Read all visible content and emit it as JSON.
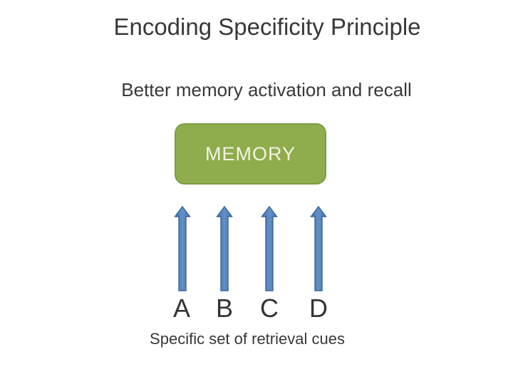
{
  "slide": {
    "title": "Encoding Specificity Principle",
    "subtitle": "Better memory activation and recall",
    "memory_box": {
      "label": "MEMORY",
      "fill_color": "#8fad4c",
      "border_color": "#7d9c43",
      "label_color": "#f1f3e1"
    },
    "arrows": {
      "direction": "up",
      "count": 4,
      "fill_color": "#4f81bd",
      "border_color": "#38649f"
    },
    "cues": {
      "labels": [
        "A",
        "B",
        "C",
        "D"
      ],
      "caption": "Specific set of retrieval cues"
    },
    "text_color": "#383838",
    "background_color": "#ffffff"
  }
}
